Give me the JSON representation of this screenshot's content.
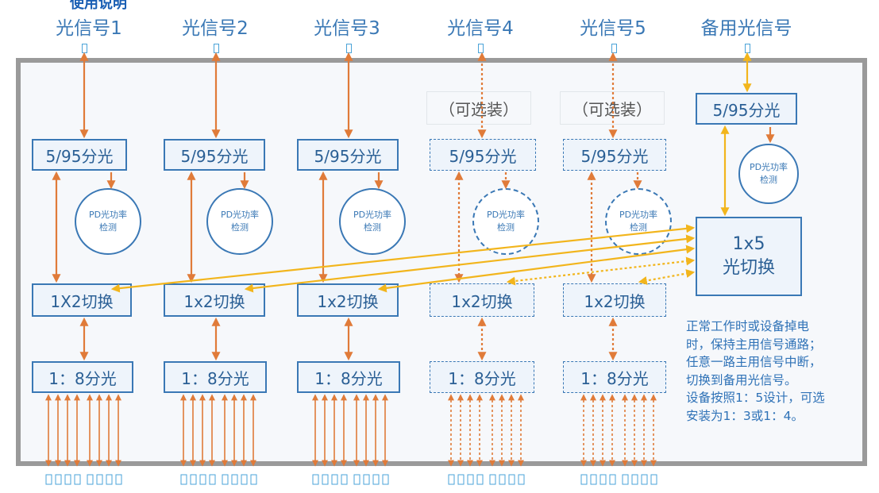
{
  "header": {
    "partial": "使用说明"
  },
  "signals": [
    {
      "label": "光信号1"
    },
    {
      "label": "光信号2"
    },
    {
      "label": "光信号3"
    },
    {
      "label": "光信号4"
    },
    {
      "label": "光信号5"
    },
    {
      "label": "备用光信号"
    }
  ],
  "optional_label": "（可选装）",
  "splitter_label": "5/95分光",
  "pd_line1": "PD光功率",
  "pd_line2": "检测",
  "switch_labels": [
    "1X2切换",
    "1x2切换",
    "1x2切换",
    "1x2切换",
    "1x2切换"
  ],
  "split8_label": "1：8分光",
  "main_switch": {
    "line1": "1x5",
    "line2": "光切换"
  },
  "note_lines": [
    "正常工作时或设备掉电",
    "时，保持主用信号通路；",
    "任意一路主用信号中断，",
    "切换到备用光信号。",
    "设备按照1：5设计，可选",
    "安装为1：3或1：4。"
  ],
  "colors": {
    "blue": "#3a78b5",
    "orange": "#e07b39",
    "yellow": "#f2b51c",
    "frame": "#9a9a9a"
  }
}
